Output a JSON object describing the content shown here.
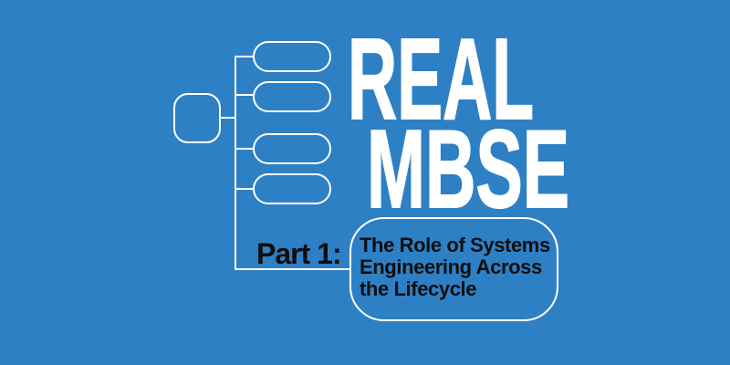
{
  "colors": {
    "background": "#2E80C5",
    "diagram_outline": "#FFFFFF",
    "headline_text": "#FFFFFF",
    "body_text": "#0E0E0E"
  },
  "headline": {
    "line1": "REAL",
    "line2": "MBSE"
  },
  "part_label": "Part 1:",
  "topic_box": {
    "lines": [
      "The Role of Systems",
      "Engineering Across",
      "the Lifecycle"
    ]
  },
  "diagram": {
    "type": "tree-mindmap",
    "root_node_count": 1,
    "branch_node_count": 4,
    "node_labels": [
      "",
      "",
      "",
      "",
      ""
    ]
  }
}
